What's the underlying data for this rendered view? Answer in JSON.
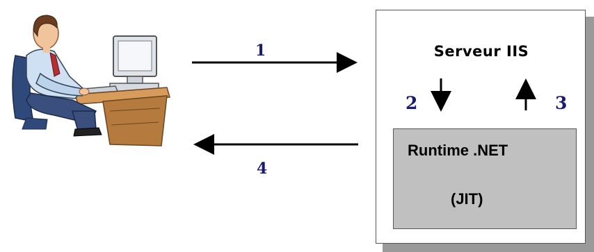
{
  "diagram": {
    "steps": {
      "step1": "1",
      "step2": "2",
      "step3": "3",
      "step4": "4"
    },
    "server": {
      "title": "Serveur IIS",
      "runtime_label": "Runtime .NET",
      "jit_label": "(JIT)"
    },
    "client_icon": "user-at-computer-icon",
    "colors": {
      "step_number": "#1a1a6e",
      "arrow": "#000000",
      "server_box": "#ffffff",
      "runtime_box": "#c0c0c0",
      "shadow": "#9a9a9a"
    }
  }
}
